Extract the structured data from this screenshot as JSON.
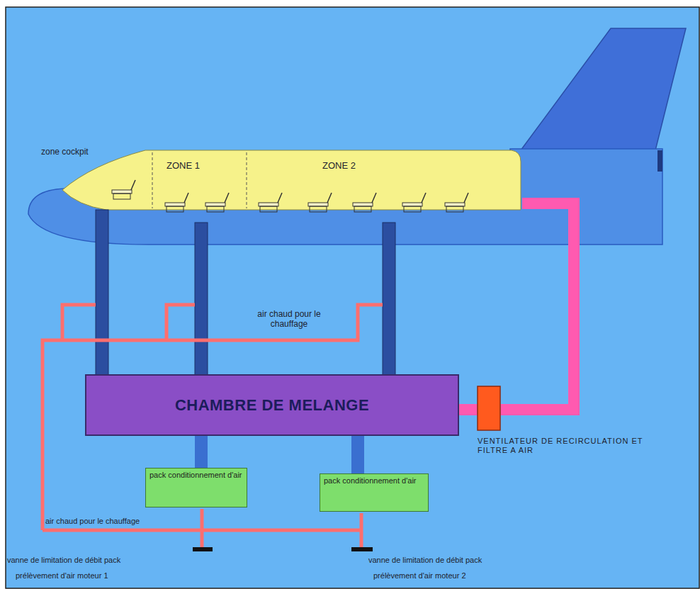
{
  "diagram": {
    "nodes": [
      {
        "text": [
          "CHAMBRE DE MELANGE"
        ]
      },
      {
        "text": [
          "pack conditionnement d'air"
        ]
      },
      {
        "text": [
          "pack conditionnement d'air"
        ]
      }
    ],
    "edges": [
      {
        "from": 1,
        "to": 0,
        "arrow": "none"
      },
      {
        "from": 2,
        "to": 0,
        "arrow": "none"
      }
    ],
    "labels": [
      "zone cockpit",
      "ZONE 1",
      "ZONE 2",
      "air chaud pour le chauffage",
      "VENTILATEUR DE RECIRCULATION ET FILTRE A AIR",
      "air chaud pour le chauffage",
      "vanne de limitation de débit pack",
      "prélèvement d'air moteur 1",
      "vanne de limitation de débit pack",
      "prélèvement d'air moteur 2"
    ]
  }
}
